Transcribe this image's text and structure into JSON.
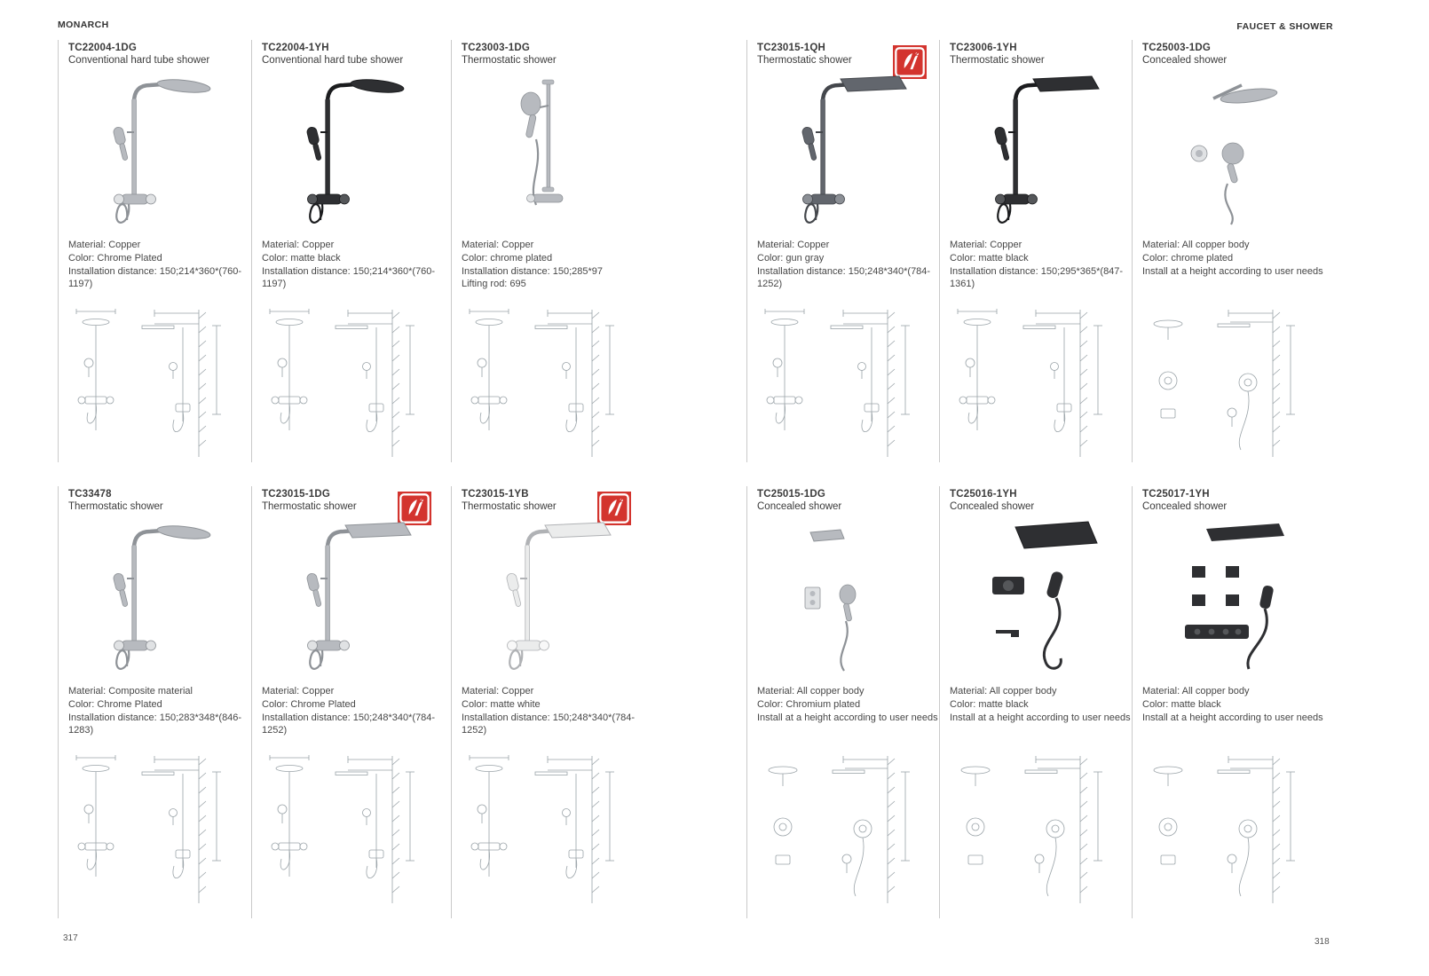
{
  "page": {
    "brand": "MONARCH",
    "category": "FAUCET & SHOWER",
    "left_page_number": "317",
    "right_page_number": "318"
  },
  "colors": {
    "badge_red": "#d3342e",
    "divider": "#cacaca",
    "text": "#3e3e3e"
  },
  "products": [
    {
      "code": "TC22004-1DG",
      "type": "Conventional hard tube shower",
      "badge": false,
      "photo": "column-round",
      "finish": "chrome",
      "drawing": "column",
      "specs": [
        "Material: Copper",
        "Color: Chrome Plated",
        "Installation distance: 150;214*360*(760-1197)"
      ]
    },
    {
      "code": "TC22004-1YH",
      "type": "Conventional hard tube shower",
      "badge": false,
      "photo": "column-round",
      "finish": "black",
      "drawing": "column",
      "specs": [
        "Material: Copper",
        "Color: matte black",
        "Installation distance: 150;214*360*(760-1197)"
      ]
    },
    {
      "code": "TC23003-1DG",
      "type": "Thermostatic shower",
      "badge": false,
      "photo": "slidebar",
      "finish": "chrome",
      "drawing": "column",
      "specs": [
        "Material: Copper",
        "Color: chrome plated",
        "Installation distance: 150;285*97",
        "Lifting rod: 695"
      ]
    },
    {
      "code": "TC23015-1QH",
      "type": "Thermostatic shower",
      "badge": true,
      "photo": "column-square",
      "finish": "gungray",
      "drawing": "column",
      "specs": [
        "Material: Copper",
        "Color: gun gray",
        "Installation distance: 150;248*340*(784-1252)"
      ]
    },
    {
      "code": "TC23006-1YH",
      "type": "Thermostatic shower",
      "badge": false,
      "photo": "column-square",
      "finish": "black",
      "drawing": "column",
      "specs": [
        "Material: Copper",
        "Color: matte black",
        "Installation distance: 150;295*365*(847-1361)"
      ]
    },
    {
      "code": "TC25003-1DG",
      "type": "Concealed shower",
      "badge": false,
      "photo": "concealed-round",
      "finish": "chrome",
      "drawing": "concealed",
      "specs": [
        "Material: All copper body",
        "Color: chrome plated",
        "Install at a height according to user needs"
      ]
    },
    {
      "code": "TC33478",
      "type": "Thermostatic shower",
      "badge": false,
      "photo": "column-round",
      "finish": "chrome",
      "drawing": "column",
      "specs": [
        "Material: Composite material",
        "Color: Chrome Plated",
        "Installation distance: 150;283*348*(846-1283)"
      ]
    },
    {
      "code": "TC23015-1DG",
      "type": "Thermostatic shower",
      "badge": true,
      "photo": "column-square",
      "finish": "chrome",
      "drawing": "column",
      "specs": [
        "Material: Copper",
        "Color: Chrome Plated",
        "Installation distance: 150;248*340*(784-1252)"
      ]
    },
    {
      "code": "TC23015-1YB",
      "type": "Thermostatic shower",
      "badge": true,
      "photo": "column-square",
      "finish": "white",
      "drawing": "column",
      "specs": [
        "Material: Copper",
        "Color: matte white",
        "Installation distance: 150;248*340*(784-1252)"
      ]
    },
    {
      "code": "TC25015-1DG",
      "type": "Concealed shower",
      "badge": false,
      "photo": "concealed-hand",
      "finish": "chrome",
      "drawing": "concealed",
      "specs": [
        "Material: All copper body",
        "Color: Chromium plated",
        "Install at a height according to user needs"
      ]
    },
    {
      "code": "TC25016-1YH",
      "type": "Concealed shower",
      "badge": false,
      "photo": "concealed-square",
      "finish": "black",
      "drawing": "concealed",
      "specs": [
        "Material: All copper body",
        "Color: matte black",
        "Install at a height according to user needs"
      ]
    },
    {
      "code": "TC25017-1YH",
      "type": "Concealed shower",
      "badge": false,
      "photo": "concealed-panel",
      "finish": "black",
      "drawing": "concealed",
      "specs": [
        "Material: All copper body",
        "Color: matte black",
        "Install at a height according to user needs"
      ]
    }
  ]
}
